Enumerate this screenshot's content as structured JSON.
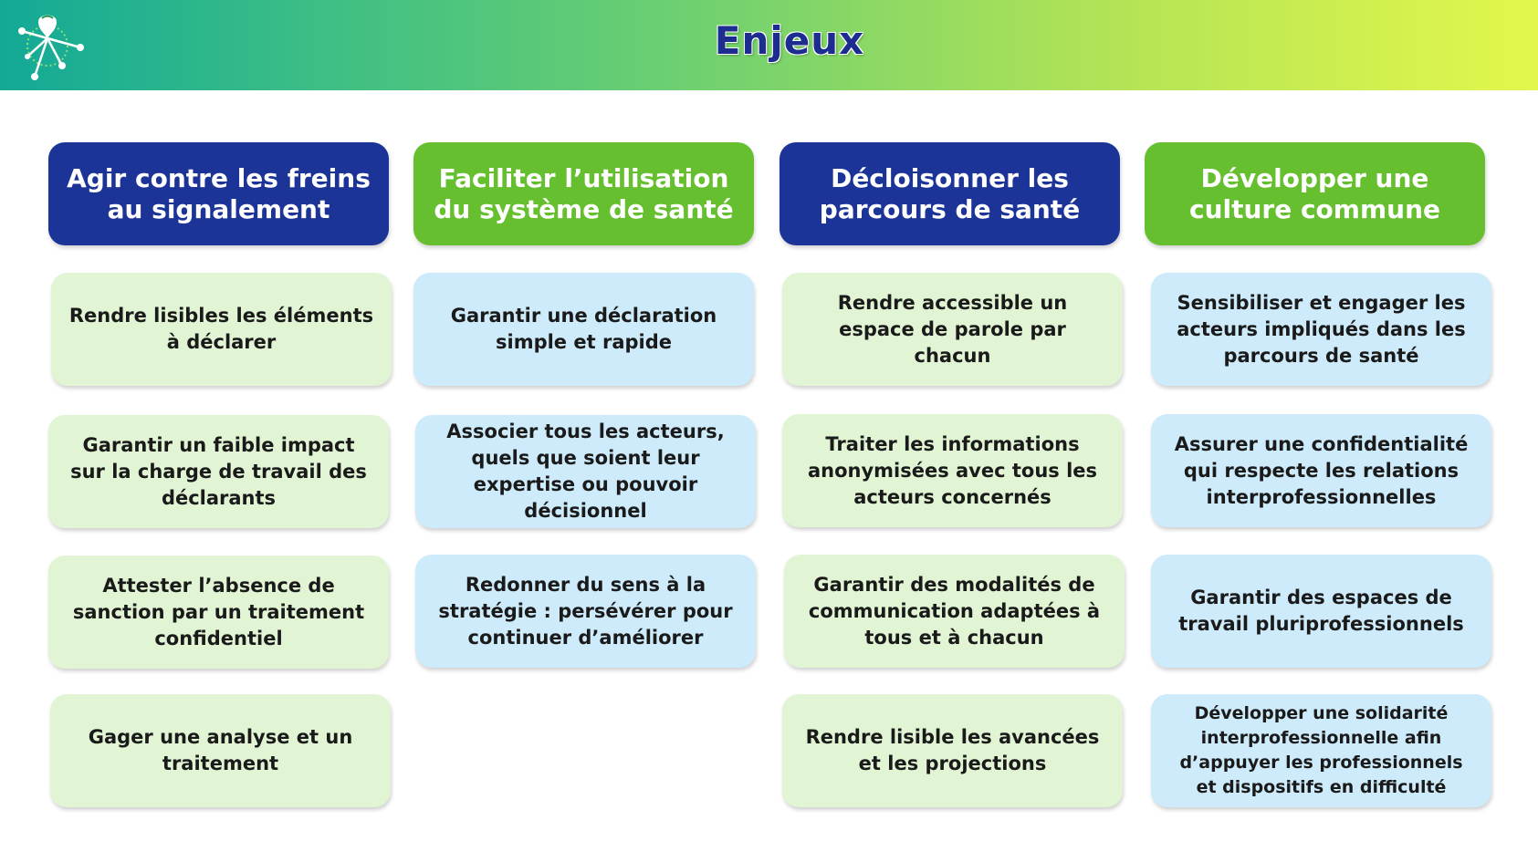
{
  "header": {
    "title": "Enjeux"
  },
  "columns": [
    {
      "heading": "Agir contre les freins au signalement",
      "items": [
        "Rendre lisibles les éléments à déclarer",
        "Garantir un faible impact sur la charge de travail des déclarants",
        "Attester l’absence de sanction par un traitement confidentiel",
        "Gager une analyse et un traitement"
      ]
    },
    {
      "heading": "Faciliter l’utilisation du système de santé",
      "items": [
        "Garantir une déclaration simple et rapide",
        "Associer tous les acteurs, quels que soient leur expertise ou pouvoir décisionnel",
        "Redonner du sens à la stratégie : persévérer pour continuer d’améliorer"
      ]
    },
    {
      "heading": "Décloisonner les parcours de santé",
      "items": [
        "Rendre accessible un espace de parole par chacun",
        "Traiter les informations anonymisées avec tous les acteurs concernés",
        "Garantir des modalités de communication adaptées à tous et à chacun",
        "Rendre lisible les avancées et les projections"
      ]
    },
    {
      "heading": "Développer une culture commune",
      "items": [
        "Sensibiliser et engager les acteurs impliqués dans les parcours de santé",
        "Assurer une confidentialité qui respecte les relations interprofessionnelles",
        "Garantir des espaces de travail pluriprofessionnels",
        "Développer une solidarité interprofessionnelle afin d’appuyer les professionnels et dispositifs en difficulté"
      ]
    }
  ],
  "colors": {
    "navy": "#1c3497",
    "lime": "#66bf2e",
    "light_green": "#e1f5d4",
    "light_blue": "#cdebfa",
    "title": "#1d2c8f"
  },
  "icons": [
    "organization-logo-icon"
  ]
}
